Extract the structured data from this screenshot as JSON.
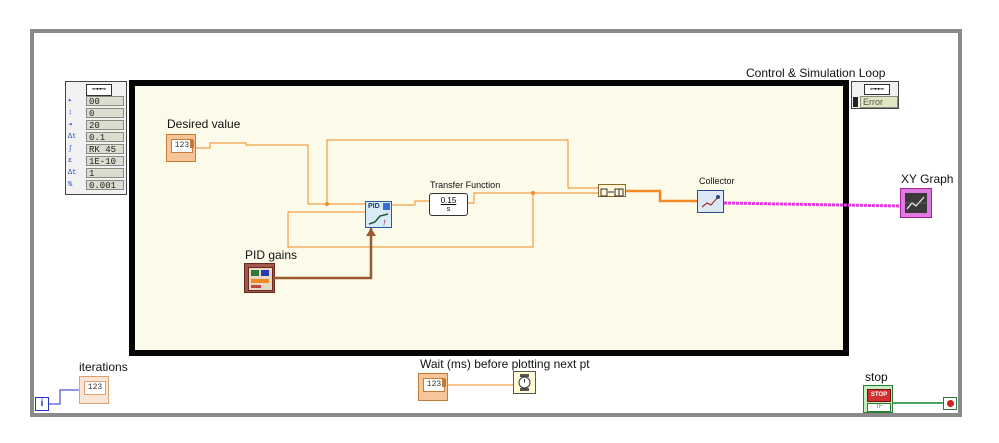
{
  "loop_title": "Control & Simulation Loop",
  "labels": {
    "desired_value": "Desired value",
    "pid_gains": "PID gains",
    "transfer_function": "Transfer Function",
    "collector": "Collector",
    "xy_graph": "XY Graph",
    "iterations": "iterations",
    "wait": "Wait (ms) before plotting next pt",
    "stop": "stop"
  },
  "numeric_indicator_text": "123",
  "input_terminal_values": [
    "00",
    "0",
    "20",
    "0.1",
    "RK 45",
    "1E-10",
    "1",
    "0.001"
  ],
  "input_terminal_icons": [
    "▸",
    "↕",
    "⇥",
    "Δt",
    "∫",
    "ε",
    "Δt",
    "%"
  ],
  "error_output": "Error",
  "pid_block_text": "PID",
  "tf_numerator": "0.15",
  "tf_denominator": "s",
  "stop_button_text": "STOP",
  "stop_tf_text": "TF",
  "iteration_terminal_text": "i",
  "colors": {
    "numeric_wire": "#f08a24",
    "cluster_wire": "#9a5a2a",
    "waveform_wire": "#e03ce0",
    "boolean_wire": "#0f8a2f",
    "int_wire": "#2232c8",
    "sim_background": "#fcfbe9"
  }
}
